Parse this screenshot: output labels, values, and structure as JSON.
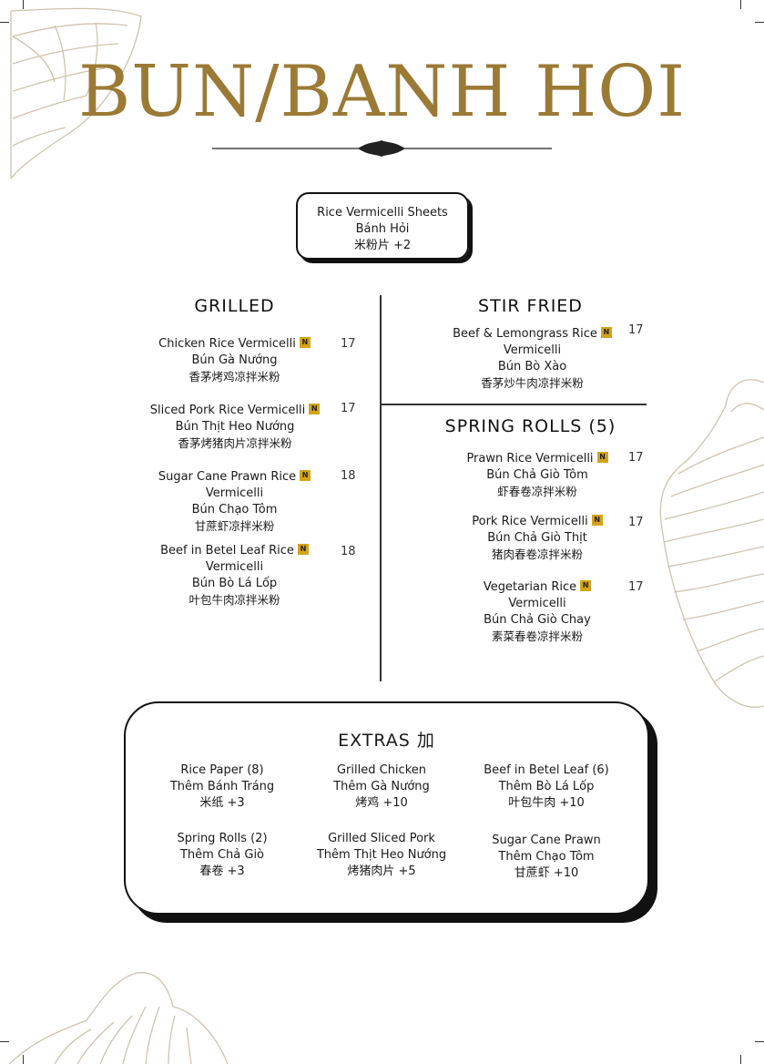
{
  "title": "BUN/BANH HOI",
  "sheets": {
    "line1": "Rice Vermicelli Sheets",
    "line2": "Bánh Hỏi",
    "line3": "米粉片 +2"
  },
  "badge_text": "N",
  "grilled": {
    "heading": "GRILLED",
    "items": [
      {
        "en": "Chicken Rice Vermicelli",
        "vi": "Bún Gà Nướng",
        "cn": "香茅烤鸡凉拌米粉",
        "price": "17"
      },
      {
        "en": "Sliced Pork Rice Vermicelli",
        "vi": "Bún Thịt Heo Nướng",
        "cn": "香茅烤猪肉片凉拌米粉",
        "price": "17"
      },
      {
        "en": "Sugar Cane Prawn Rice",
        "en2": "Vermicelli",
        "vi": "Bún Chạo Tôm",
        "cn": "甘蔗虾凉拌米粉",
        "price": "18"
      },
      {
        "en": "Beef in Betel Leaf Rice",
        "en2": "Vermicelli",
        "vi": "Bún Bò Lá Lốp",
        "cn": "叶包牛肉凉拌米粉",
        "price": "18"
      }
    ]
  },
  "stir_fried": {
    "heading": "STIR FRIED",
    "items": [
      {
        "en": "Beef & Lemongrass Rice",
        "en2": "Vermicelli",
        "vi": "Bún Bò Xào",
        "cn": "香茅炒牛肉凉拌米粉",
        "price": "17"
      }
    ]
  },
  "spring_rolls": {
    "heading": "SPRING ROLLS (5)",
    "items": [
      {
        "en": "Prawn Rice Vermicelli",
        "vi": "Bún Chả Giò Tôm",
        "cn": "虾春卷凉拌米粉",
        "price": "17"
      },
      {
        "en": "Pork Rice Vermicelli",
        "vi": "Bún Chả Giò Thịt",
        "cn": "猪肉春卷凉拌米粉",
        "price": "17"
      },
      {
        "en": "Vegetarian Rice",
        "en2": "Vermicelli",
        "vi": "Bún Chả Giò Chay",
        "cn": "素菜春卷凉拌米粉",
        "price": "17"
      }
    ]
  },
  "extras": {
    "heading": "EXTRAS 加",
    "items": [
      {
        "en": "Rice Paper (8)",
        "vi": "Thêm Bánh Tráng",
        "cn": "米纸  +3"
      },
      {
        "en": "Grilled Chicken",
        "vi": "Thêm Gà Nướng",
        "cn": "烤鸡  +10"
      },
      {
        "en": "Beef in Betel Leaf (6)",
        "vi": "Thêm Bò Lá Lốp",
        "cn": "叶包牛肉  +10"
      },
      {
        "en": "Spring Rolls (2)",
        "vi": "Thêm Chả Giò",
        "cn": "春卷  +3"
      },
      {
        "en": "Grilled Sliced Pork",
        "vi": "Thêm Thịt Heo Nướng",
        "cn": "烤猪肉片 +5"
      },
      {
        "en": "Sugar Cane Prawn",
        "vi": "Thêm Chạo Tôm",
        "cn": "甘蔗虾  +10"
      }
    ]
  },
  "colors": {
    "gold": "#9b7a35",
    "badge": "#d4a418",
    "leaf": "#cfc3ad"
  }
}
